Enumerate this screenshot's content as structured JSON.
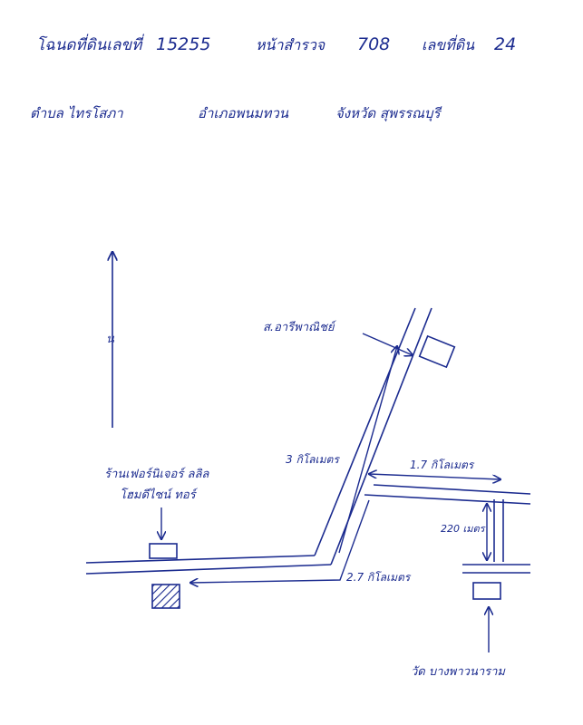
{
  "header": {
    "deed_label": "โฉนดที่ดินเลขที่",
    "deed_no": "15255",
    "survey_label": "หน้าสำรวจ",
    "survey_no": "708",
    "parcel_label": "เลขที่ดิน",
    "parcel_no": "24",
    "subdistrict": "ตำบล ไทรโสภา",
    "district": "อำเภอพนมทวน",
    "province": "จังหวัด สุพรรณบุรี"
  },
  "map": {
    "north_label": "น",
    "school_label": "ส.อารีพาณิชย์",
    "shop_label_1": "ร้านเฟอร์นิเจอร์ ลลิล",
    "shop_label_2": "โฮมดีไซน์ ทอร์",
    "temple_label": "วัด บางพาวนาราม",
    "dist_3km": "3 กิโลเมตร",
    "dist_1_7km_top": "1.7 กิโลเมตร",
    "dist_2_7km": "2.7 กิโลเมตร",
    "dist_220m": "220 เมตร"
  },
  "colors": {
    "ink": "#1b2b8f",
    "hatch": "#1b2b8f"
  }
}
